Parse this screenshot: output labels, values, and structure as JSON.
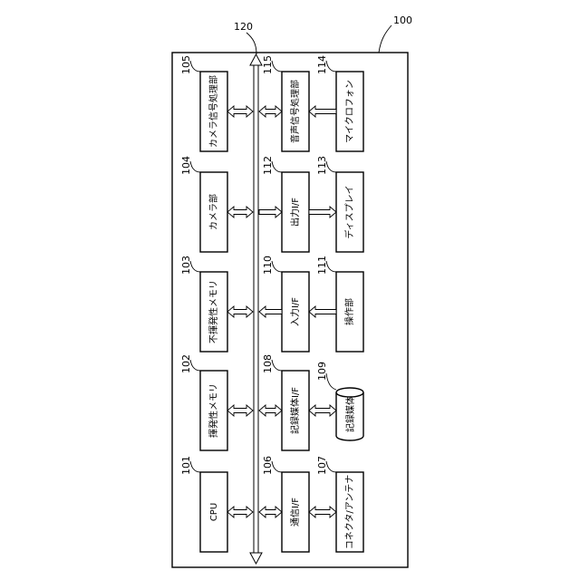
{
  "device": {
    "ref": "100"
  },
  "bus": {
    "ref": "120"
  },
  "blocks": {
    "b105": {
      "ref": "105",
      "label": "カメラ信号処理部"
    },
    "b115": {
      "ref": "115",
      "label": "音声信号処理部"
    },
    "b114": {
      "ref": "114",
      "label": "マイクロフォン"
    },
    "b104": {
      "ref": "104",
      "label": "カメラ部"
    },
    "b112": {
      "ref": "112",
      "label": "出力I/F"
    },
    "b113": {
      "ref": "113",
      "label": "ディスプレイ"
    },
    "b103": {
      "ref": "103",
      "label": "不揮発性メモリ"
    },
    "b110": {
      "ref": "110",
      "label": "入力I/F"
    },
    "b111": {
      "ref": "111",
      "label": "操作部"
    },
    "b102": {
      "ref": "102",
      "label": "揮発性メモリ"
    },
    "b108": {
      "ref": "108",
      "label": "記録媒体I/F"
    },
    "b109": {
      "ref": "109",
      "label": "記録媒体"
    },
    "b101": {
      "ref": "101",
      "label": "CPU"
    },
    "b106": {
      "ref": "106",
      "label": "通信I/F"
    },
    "b107": {
      "ref": "107",
      "label": "コネクタ/アンテナ"
    }
  }
}
